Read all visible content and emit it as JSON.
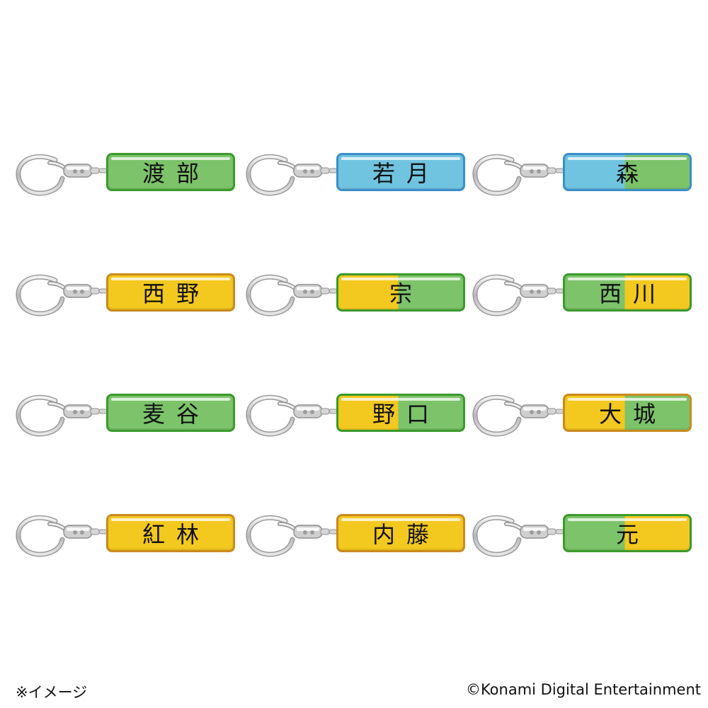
{
  "colors": {
    "green": "#7cc36a",
    "green_border": "#3a9a2c",
    "blue": "#71c4e0",
    "blue_border": "#3a8ec9",
    "yellow": "#f3c81f",
    "yellow_border": "#c98a1e",
    "text": "#111111"
  },
  "keychains": [
    {
      "name": "渡部",
      "fill": [
        "green"
      ],
      "border": "green"
    },
    {
      "name": "若月",
      "fill": [
        "blue"
      ],
      "border": "blue"
    },
    {
      "name": "森",
      "fill": [
        "blue",
        "green"
      ],
      "border": "blue"
    },
    {
      "name": "西野",
      "fill": [
        "yellow"
      ],
      "border": "yellow"
    },
    {
      "name": "宗",
      "fill": [
        "yellow",
        "green"
      ],
      "border": "green"
    },
    {
      "name": "西川",
      "fill": [
        "green",
        "yellow"
      ],
      "border": "green"
    },
    {
      "name": "麦谷",
      "fill": [
        "green"
      ],
      "border": "green"
    },
    {
      "name": "野口",
      "fill": [
        "yellow",
        "green"
      ],
      "border": "green"
    },
    {
      "name": "大城",
      "fill": [
        "yellow",
        "green"
      ],
      "border": "yellow"
    },
    {
      "name": "紅林",
      "fill": [
        "yellow"
      ],
      "border": "yellow"
    },
    {
      "name": "内藤",
      "fill": [
        "yellow"
      ],
      "border": "yellow"
    },
    {
      "name": "元",
      "fill": [
        "green",
        "yellow"
      ],
      "border": "green"
    }
  ],
  "footer": {
    "note": "※イメージ",
    "copyright": "©Konami Digital Entertainment"
  }
}
